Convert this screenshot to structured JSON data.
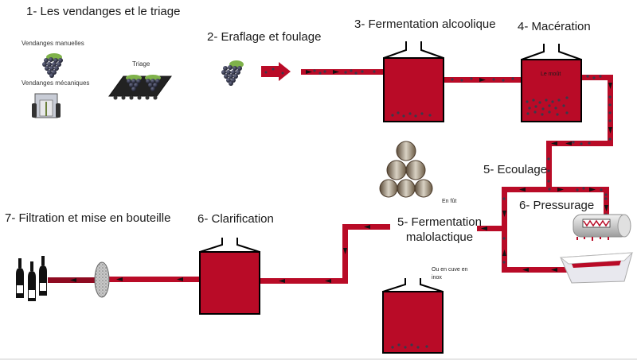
{
  "colors": {
    "wine": "#b90b27",
    "wine_dark": "#8e0a21",
    "tank_outline": "#000000",
    "bubble": "#3a3a4a",
    "background": "#ffffff"
  },
  "steps": {
    "harvest": {
      "title": "1- Les vendanges et le triage",
      "manual_label": "Vendanges manuelles",
      "mechanical_label": "Vendanges mécaniques",
      "sorting_label": "Triage"
    },
    "destemming": {
      "title": "2- Eraflage et foulage"
    },
    "alcoholic_fermentation": {
      "title": "3- Fermentation alcoolique"
    },
    "maceration": {
      "title": "4- Macération",
      "tank_label": "Le moût"
    },
    "running_off": {
      "title": "5- Ecoulage"
    },
    "pressing": {
      "title": "6- Pressurage"
    },
    "malolactic": {
      "title_line1": "5- Fermentation",
      "title_line2": "malolactique",
      "barrel_label": "En fût",
      "tank_label_line1": "Ou en cuve en",
      "tank_label_line2": "inox"
    },
    "clarification": {
      "title": "6- Clarification"
    },
    "bottling": {
      "title": "7- Filtration et mise en bouteille"
    }
  },
  "icons": [
    "grape-bunch-icon",
    "harvester-machine-icon",
    "sorting-table-icon",
    "arrow-right-icon",
    "barrel-stack-icon",
    "press-cylinder-icon",
    "press-tray-icon",
    "filter-disc-icon",
    "wine-bottles-icon",
    "fermentation-tank-icon"
  ]
}
